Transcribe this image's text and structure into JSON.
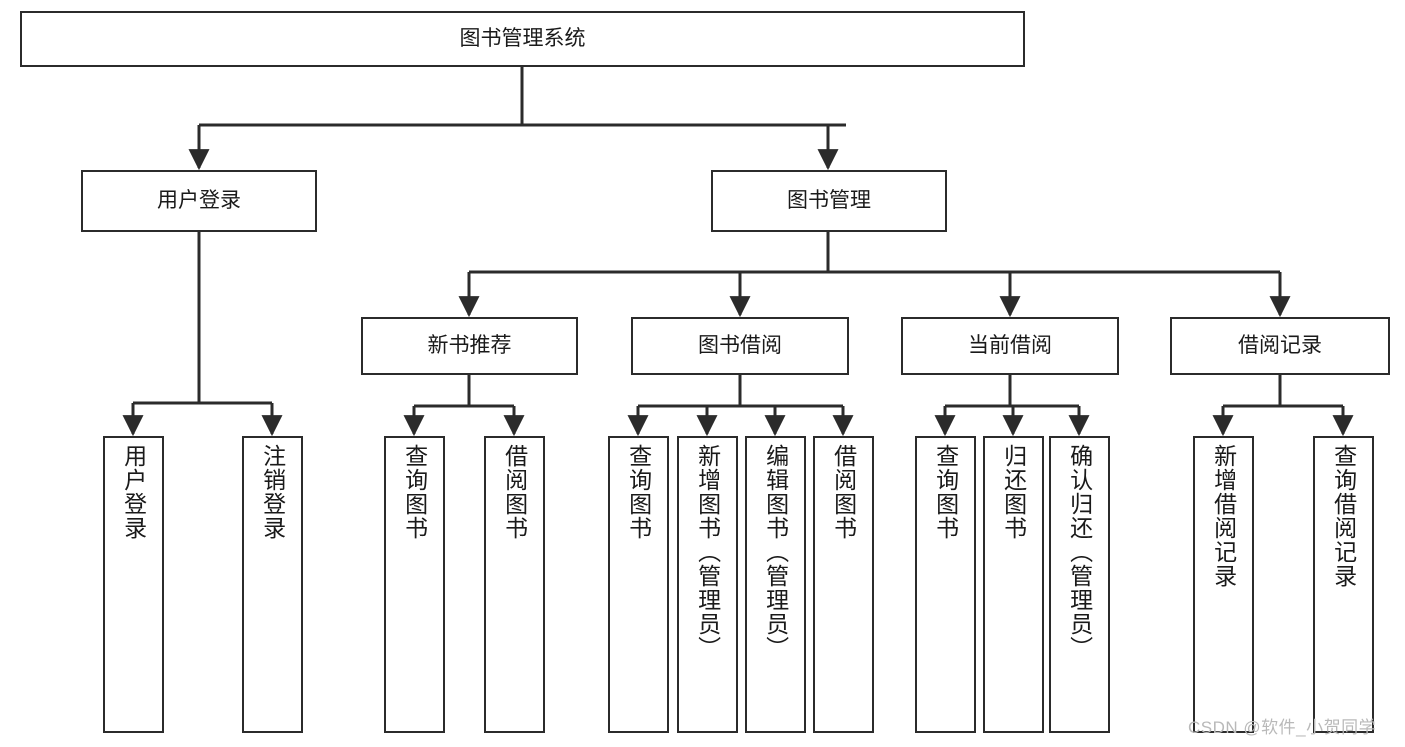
{
  "diagram": {
    "title_node": {
      "id": "root",
      "label": "图书管理系统"
    },
    "level2": [
      {
        "id": "user-login",
        "label": "用户登录"
      },
      {
        "id": "book-management",
        "label": "图书管理"
      }
    ],
    "level3": [
      {
        "id": "new-book-recommend",
        "label": "新书推荐"
      },
      {
        "id": "book-borrow",
        "label": "图书借阅"
      },
      {
        "id": "current-borrow",
        "label": "当前借阅"
      },
      {
        "id": "borrow-record",
        "label": "借阅记录"
      }
    ],
    "leaves": [
      {
        "id": "leaf-user-login",
        "parent": "user-login",
        "label": "用户登录"
      },
      {
        "id": "leaf-logout-login",
        "parent": "user-login",
        "label": "注销登录"
      },
      {
        "id": "leaf-query-book-1",
        "parent": "new-book-recommend",
        "label": "查询图书"
      },
      {
        "id": "leaf-borrow-book-1",
        "parent": "new-book-recommend",
        "label": "借阅图书"
      },
      {
        "id": "leaf-query-book-2",
        "parent": "book-borrow",
        "label": "查询图书"
      },
      {
        "id": "leaf-add-book",
        "parent": "book-borrow",
        "label": "新增图书（管理员）"
      },
      {
        "id": "leaf-edit-book",
        "parent": "book-borrow",
        "label": "编辑图书（管理员）"
      },
      {
        "id": "leaf-borrow-book-2",
        "parent": "book-borrow",
        "label": "借阅图书"
      },
      {
        "id": "leaf-query-book-3",
        "parent": "current-borrow",
        "label": "查询图书"
      },
      {
        "id": "leaf-return-book",
        "parent": "current-borrow",
        "label": "归还图书"
      },
      {
        "id": "leaf-confirm-return",
        "parent": "current-borrow",
        "label": "确认归还（管理员）"
      },
      {
        "id": "leaf-add-record",
        "parent": "borrow-record",
        "label": "新增借阅记录"
      },
      {
        "id": "leaf-query-record",
        "parent": "borrow-record",
        "label": "查询借阅记录"
      }
    ],
    "watermark": "CSDN @软件_小贺同学",
    "colors": {
      "stroke": "#2b2b2b",
      "fill": "#ffffff",
      "text": "#1a1a1a",
      "watermark": "#b9b9b9"
    }
  }
}
